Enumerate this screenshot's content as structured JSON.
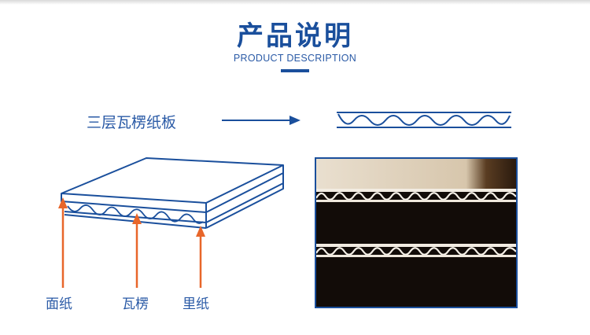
{
  "header": {
    "title": "产品说明",
    "subtitle": "PRODUCT DESCRIPTION"
  },
  "diagram": {
    "caption": "三层瓦楞纸板",
    "labels": {
      "face_paper": "面纸",
      "flute": "瓦楞",
      "liner_paper": "里纸"
    }
  },
  "colors": {
    "brand_blue": "#1a4f9c",
    "arrow_orange": "#e8662a",
    "photo_dark": "#120c08"
  }
}
